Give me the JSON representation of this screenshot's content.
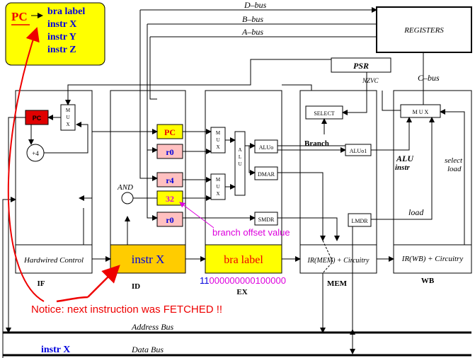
{
  "title_box": {
    "pc": "PC",
    "lines": [
      "bra  label",
      "instr X",
      "instr Y",
      "instr Z"
    ]
  },
  "buses": {
    "d": "D–bus",
    "b": "B–bus",
    "a": "A–bus",
    "c": "C–bus",
    "address": "Address Bus",
    "data": "Data Bus"
  },
  "units": {
    "registers": "REGISTERS",
    "psr": "PSR",
    "nzvc": "NZVC",
    "select": "SELECT",
    "branch": "Branch",
    "mux": "M\nU\nX",
    "mux_wb": "M U X",
    "pc": "PC",
    "plus4": "+4",
    "alu": "A\nL\nU",
    "alu0": "ALUo",
    "alu01": "ALUo1",
    "dmar": "DMAR",
    "smdr": "SMDR",
    "lmdr": "LMDR",
    "and": "AND"
  },
  "regs": {
    "pc": "PC",
    "r0a": "r0",
    "r4": "r4",
    "r32": "32",
    "r0b": "r0"
  },
  "stages": {
    "if": {
      "label": "IF",
      "ir": "Hardwired Control"
    },
    "id": {
      "label": "ID",
      "ir": "instr X"
    },
    "ex": {
      "label": "EX",
      "ir": "bra  label"
    },
    "mem": {
      "label": "MEM",
      "ir": "IR(MEM) + Circuitry"
    },
    "wb": {
      "label": "WB",
      "ir": "IR(WB) + Circuitry"
    }
  },
  "annotations": {
    "alu_instr": "ALU\ninstr",
    "select_load": "select\nload",
    "load": "load",
    "branch_offset": "branch offset value",
    "bits_prefix": "11",
    "bits_rest": "000000000100000",
    "notice": "Notice: next instruction was FETCHED !!",
    "data_bus_value": "instr X"
  },
  "colors": {
    "yellow": "#ffff00",
    "gold": "#ffcc00",
    "pink": "#ffc0c0",
    "red": "#ee0000",
    "blue": "#0000dd",
    "magenta": "#dd00dd"
  }
}
